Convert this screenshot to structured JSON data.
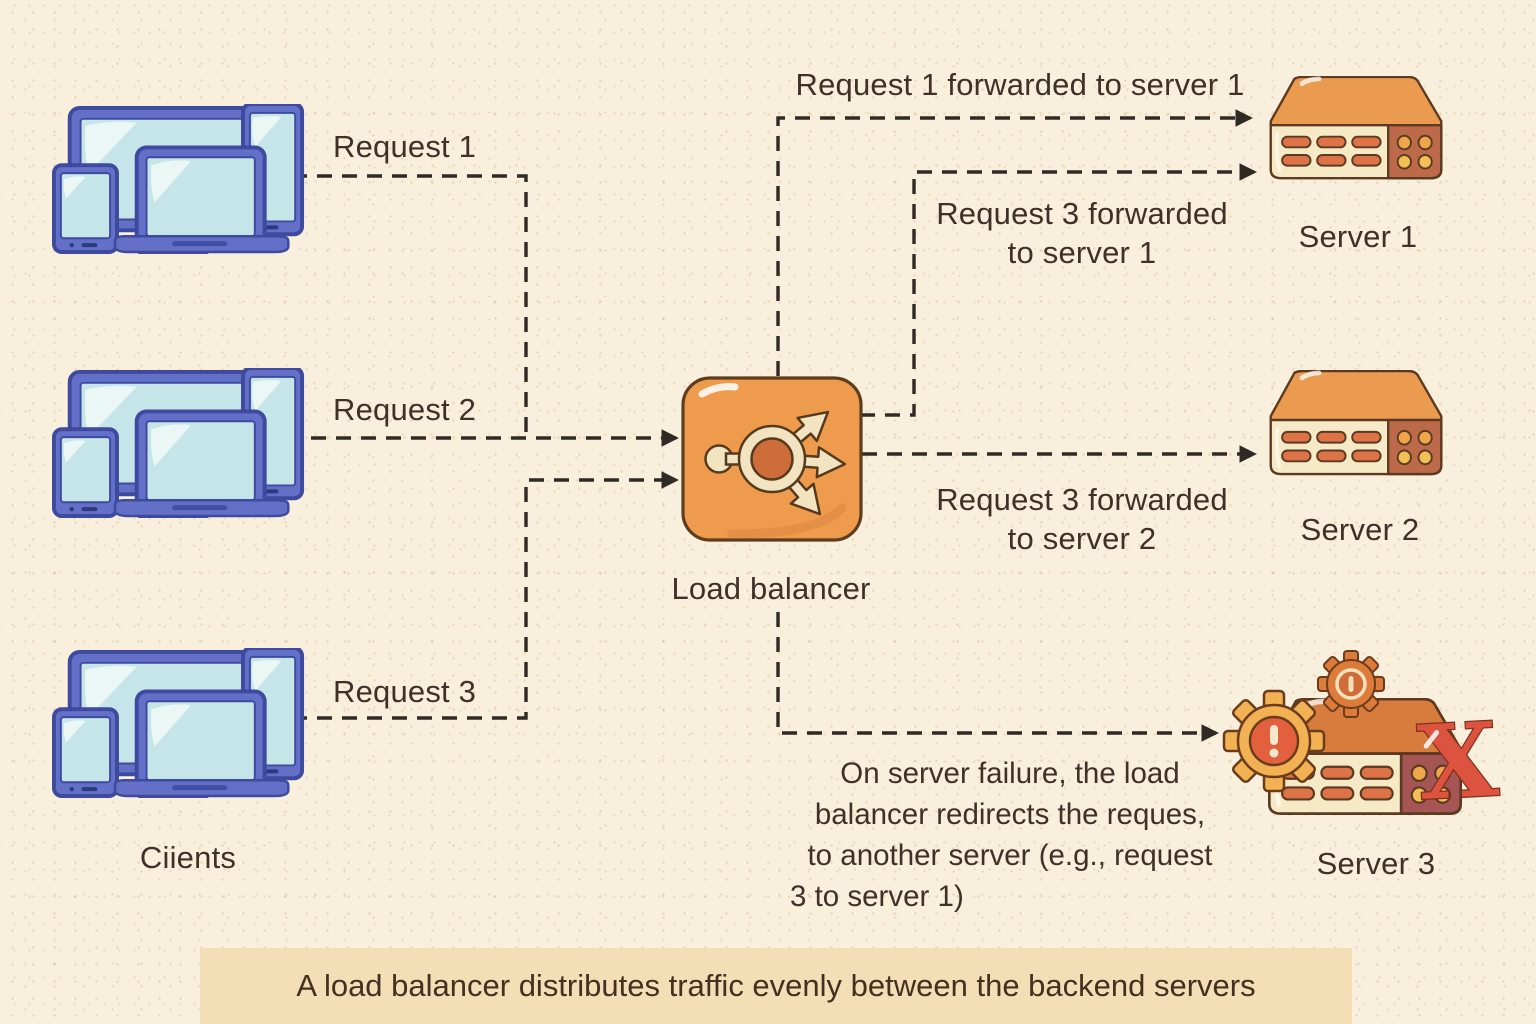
{
  "diagram": {
    "clients_label": "Ciients",
    "load_balancer_label": "Load balancer",
    "requests": [
      "Request 1",
      "Request 2",
      "Request 3"
    ],
    "servers": [
      "Server 1",
      "Server 2",
      "Server 3"
    ],
    "flows": {
      "req1_to_s1": "Request 1 forwarded to server 1",
      "req3_to_s1": [
        "Request 3 forwarded",
        "to server 1"
      ],
      "req3_to_s2": [
        "Request 3 forwarded",
        "to server 2"
      ]
    },
    "failure_note": [
      "On server failure, the load",
      "balancer redirects the reques,",
      "to another server (e.g., request",
      "3 to server 1)"
    ],
    "caption": "A load balancer distributes traffic evenly between the backend servers",
    "icons": {
      "load_balancer": "branching-arrows-icon",
      "clients": "devices-group-icon",
      "server": "server-box-icon",
      "failure": [
        "warning-gear-icon",
        "error-x-icon"
      ]
    },
    "colors": {
      "paper": "#f8efdc",
      "caption_band": "#f3dcb1",
      "ink": "#3f3128",
      "dash_line": "#2f2a24",
      "device_frame_blue": "#6470c8",
      "device_screen_blue": "#c6e5e9",
      "load_balancer_orange": "#ef9b4e",
      "server_top_orange": "#eb9b50",
      "server_front_cream": "#f5e9c6",
      "server_panel_brown": "#bd6a4b",
      "failed_server_top": "#d87c3d",
      "failed_server_panel": "#a65555",
      "gear_yellow": "#f2b254",
      "gear_orange": "#dd7b3b",
      "error_red": "#dc5340"
    }
  }
}
